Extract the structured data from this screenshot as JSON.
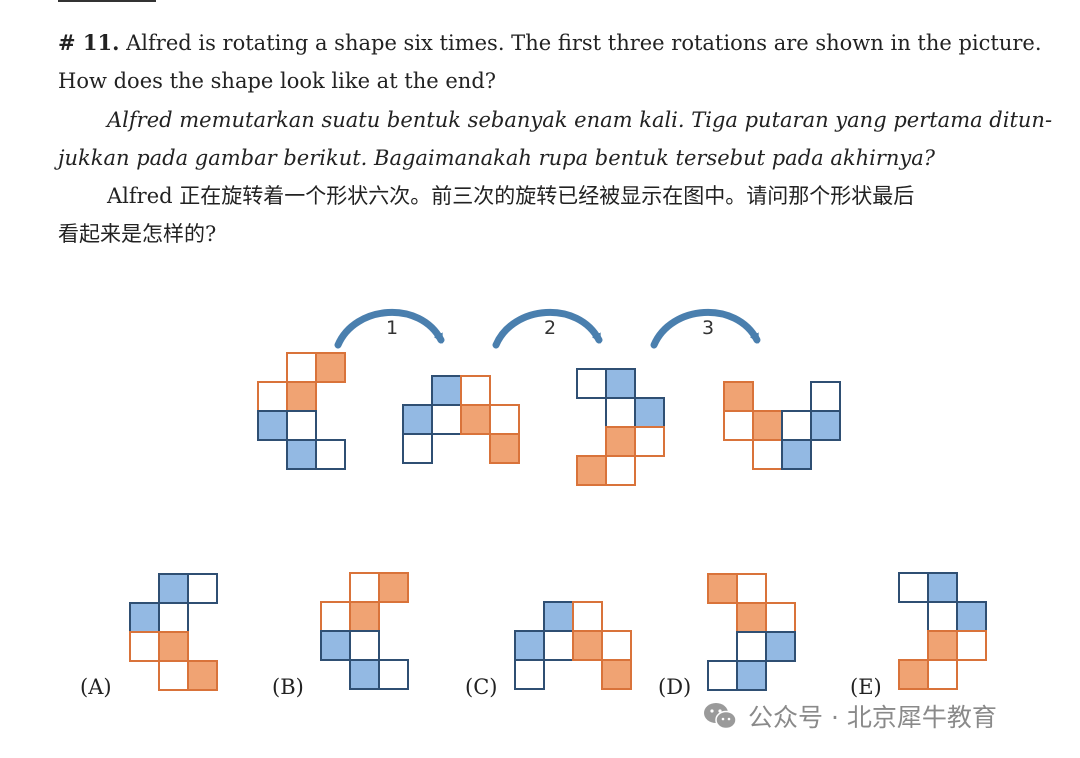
{
  "question": {
    "number": "# 11.",
    "en_line1": "Alfred is rotating a shape six times. The first three rotations are shown in the picture.",
    "en_line2": "How does the shape look like at the end?",
    "id_line1": "Alfred memutarkan suatu bentuk sebanyak enam kali. Tiga putaran yang pertama ditun-",
    "id_line2": "jukkan pada gambar berikut. Bagaimanakah rupa bentuk tersebut pada akhirnya?",
    "zh_line1": "Alfred 正在旋转着一个形状六次。前三次的旋转已经被显示在图中。请问那个形状最后",
    "zh_line2": "看起来是怎样的?"
  },
  "figure": {
    "steps": [
      "1",
      "2",
      "3"
    ],
    "colors": {
      "orange": "#f0a373",
      "orange_edge": "#d9733a",
      "blue": "#93b9e3",
      "blue_edge": "#2f4f73",
      "arrow": "#4a7fae"
    }
  },
  "options": [
    {
      "letter": "A",
      "label": "(A)"
    },
    {
      "letter": "B",
      "label": "(B)"
    },
    {
      "letter": "C",
      "label": "(C)"
    },
    {
      "letter": "D",
      "label": "(D)"
    },
    {
      "letter": "E",
      "label": "(E)"
    }
  ],
  "watermark": {
    "text": "公众号 · 北京犀牛教育",
    "icon": "wechat-icon"
  }
}
